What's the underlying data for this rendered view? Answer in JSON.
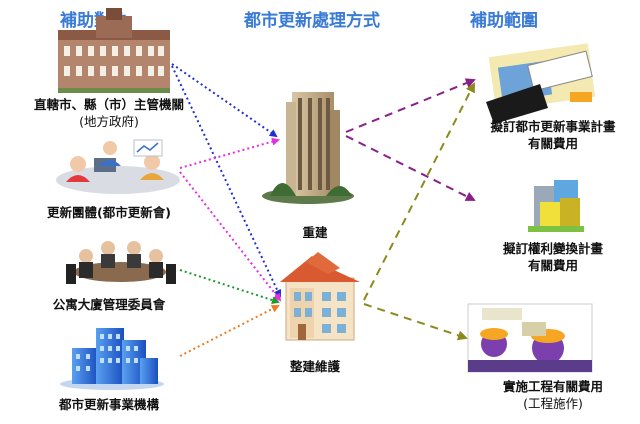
{
  "headers": {
    "subsidy_targets": "補助對象",
    "renewal_methods": "都市更新處理方式",
    "subsidy_scope": "補助範圍"
  },
  "targets": [
    {
      "line1": "直轄市、縣（市）主管機關",
      "line2": "(地方政府)"
    },
    {
      "line1": "更新團體(都市更新會)"
    },
    {
      "line1": "公寓大廈管理委員會"
    },
    {
      "line1": "都市更新事業機構"
    }
  ],
  "methods": [
    {
      "label": "重建"
    },
    {
      "label": "整建維護"
    }
  ],
  "scopes": [
    {
      "line1": "擬訂都市更新事業計畫",
      "line2": "有關費用"
    },
    {
      "line1": "擬訂權利變換計畫",
      "line2": "有關費用"
    },
    {
      "line1": "實施工程有關費用",
      "line2": "(工程施作)"
    }
  ],
  "colors": {
    "header": "#3a7bd5",
    "arrow_target1": "#1f2fd0",
    "arrow_target2": "#e52fe0",
    "arrow_target3": "#1e9a2a",
    "arrow_target4": "#f07a1e",
    "arrow_rebuild": "#8a1e8a",
    "arrow_maintain": "#8c8a1c"
  }
}
